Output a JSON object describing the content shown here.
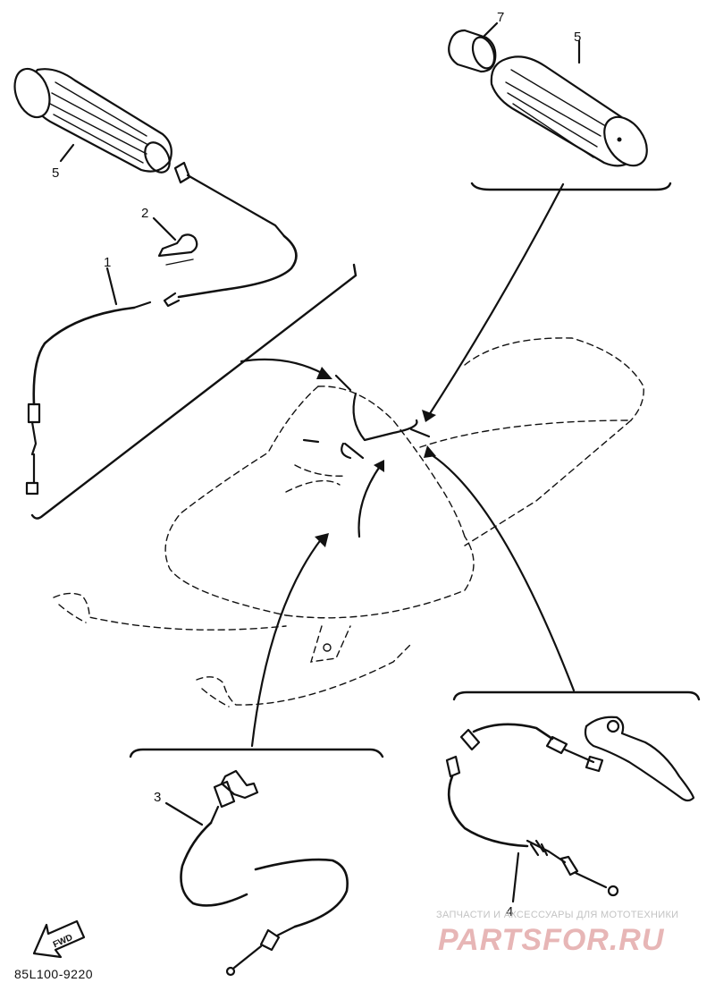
{
  "labels": {
    "callout_1": "1",
    "callout_2": "2",
    "callout_3": "3",
    "callout_4": "4",
    "callout_5_left": "5",
    "callout_5_right": "5",
    "callout_7": "7"
  },
  "diagram_code": "85L100-9220",
  "fwd_arrow_text": "FWD",
  "watermark": {
    "tagline": "ЗАПЧАСТИ И АКСЕССУАРЫ ДЛЯ МОТОТЕХНИКИ",
    "brand": "PARTSFOR.RU"
  },
  "colors": {
    "line": "#111111",
    "background": "#ffffff",
    "watermark_brand": "#e7b6b6",
    "watermark_tagline": "#c3c3c3"
  }
}
